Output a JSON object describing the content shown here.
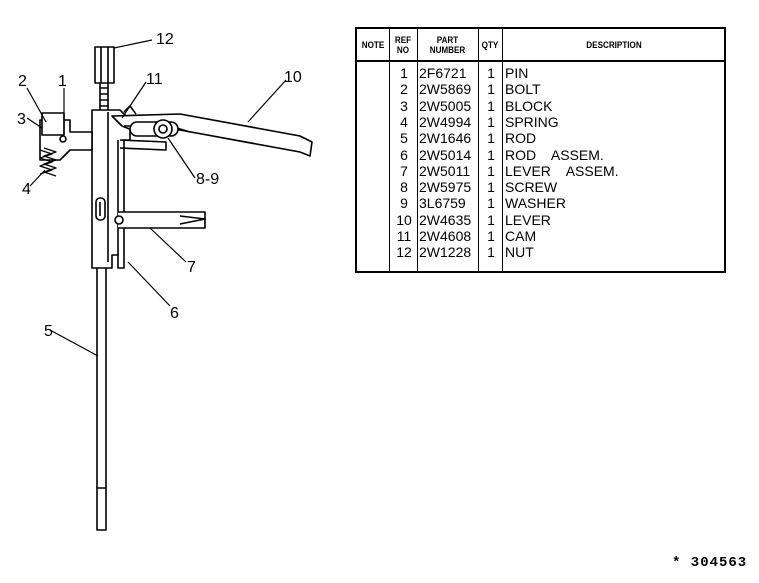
{
  "callouts": [
    "12",
    "2",
    "1",
    "11",
    "10",
    "3",
    "4",
    "8-9",
    "7",
    "6",
    "5"
  ],
  "table": {
    "headers": {
      "note": "NOTE",
      "ref_no": "REF\nNO",
      "part_number": "PART\nNUMBER",
      "qty": "QTY",
      "description": "DESCRIPTION"
    },
    "rows": [
      {
        "ref": "1",
        "part": "2F6721",
        "qty": "1",
        "desc": "PIN"
      },
      {
        "ref": "2",
        "part": "2W5869",
        "qty": "1",
        "desc": "BOLT"
      },
      {
        "ref": "3",
        "part": "2W5005",
        "qty": "1",
        "desc": "BLOCK"
      },
      {
        "ref": "4",
        "part": "2W4994",
        "qty": "1",
        "desc": "SPRING"
      },
      {
        "ref": "5",
        "part": "2W1646",
        "qty": "1",
        "desc": "ROD"
      },
      {
        "ref": "6",
        "part": "2W5014",
        "qty": "1",
        "desc": "ROD    ASSEM."
      },
      {
        "ref": "7",
        "part": "2W5011",
        "qty": "1",
        "desc": "LEVER    ASSEM."
      },
      {
        "ref": "8",
        "part": "2W5975",
        "qty": "1",
        "desc": "SCREW"
      },
      {
        "ref": "9",
        "part": "3L6759",
        "qty": "1",
        "desc": "WASHER"
      },
      {
        "ref": "10",
        "part": "2W4635",
        "qty": "1",
        "desc": "LEVER"
      },
      {
        "ref": "11",
        "part": "2W4608",
        "qty": "1",
        "desc": "CAM"
      },
      {
        "ref": "12",
        "part": "2W1228",
        "qty": "1",
        "desc": "NUT"
      }
    ]
  },
  "figure_number": "* 304563"
}
